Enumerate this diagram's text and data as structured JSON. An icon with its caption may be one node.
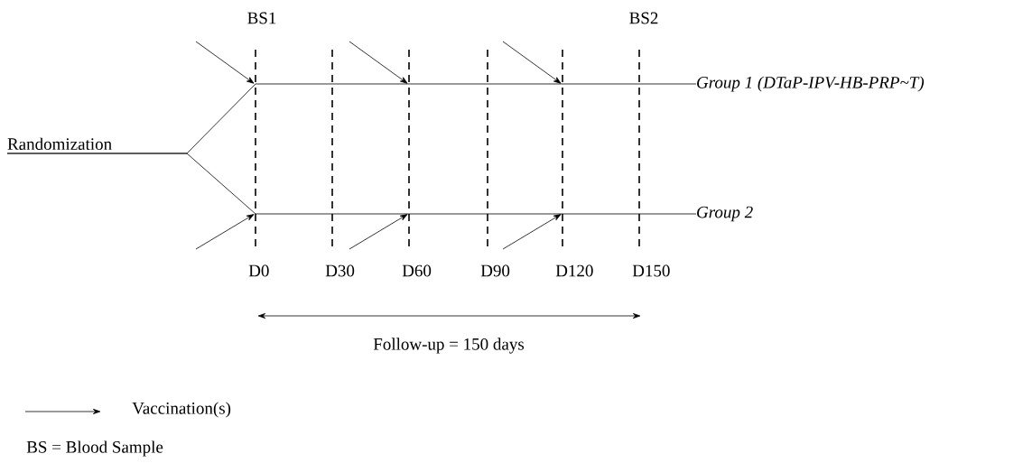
{
  "diagram": {
    "nodes": [
      {
        "text": [
          "Randomization"
        ]
      },
      {
        "text": [
          "Group 1 (DTaP-IPV-HB-PRP~T)"
        ]
      },
      {
        "text": [
          "Group 2"
        ]
      }
    ],
    "edges": [
      {
        "from": 0,
        "to": 1,
        "arrow": "none"
      },
      {
        "from": 0,
        "to": 2,
        "arrow": "none"
      }
    ],
    "labels": [
      "BS1",
      "BS2",
      "D0",
      "D30",
      "D60",
      "D90",
      "D120",
      "D150",
      "Follow-up = 150 days",
      "BS = Blood Sample"
    ],
    "legend": [
      {
        "text": "Vaccination(s)"
      }
    ]
  }
}
